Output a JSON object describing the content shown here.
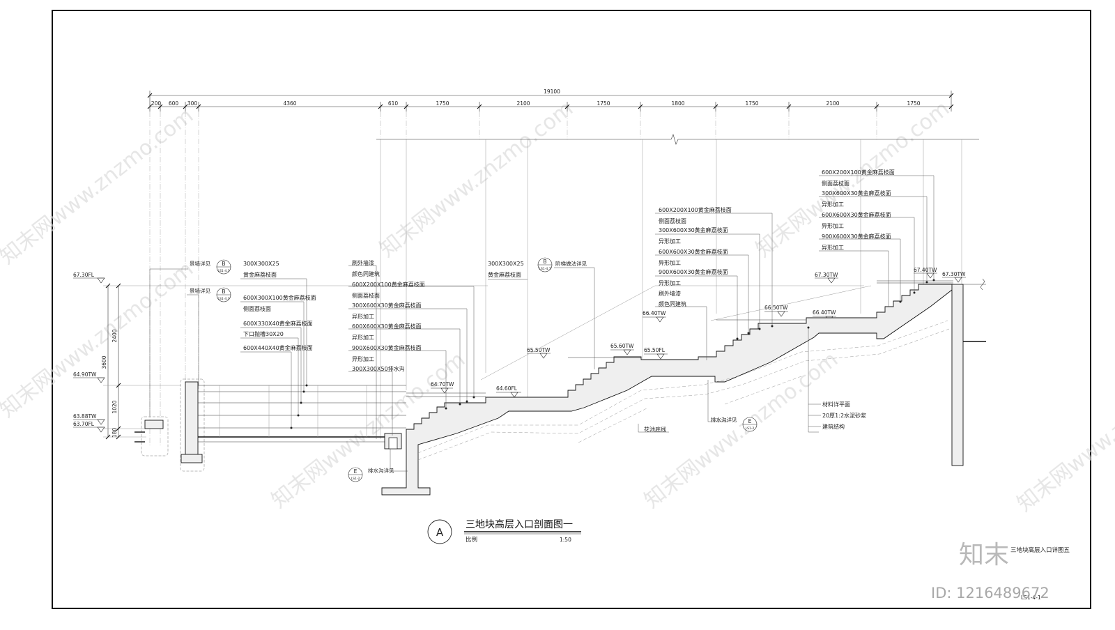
{
  "drawing": {
    "title": "三地块高层入口剖面图一",
    "scale_label": "比例",
    "scale_value": "1:50",
    "section_mark": "A",
    "sheet_title": "三地块高层入口详图五",
    "sheet_no": "LS1-4-1"
  },
  "dimensions": {
    "overall": "19100",
    "segments": [
      "200",
      "600",
      "300",
      "4360",
      "610",
      "1750",
      "2100",
      "1750",
      "1800",
      "1750",
      "2100",
      "1750"
    ],
    "vertical": [
      "2400",
      "3600",
      "1020",
      "180"
    ]
  },
  "elevations": [
    "67.30FL",
    "64.90TW",
    "63.88TW",
    "63.70FL",
    "64.70TW",
    "64.60FL",
    "65.50TW",
    "65.60TW",
    "65.50FL",
    "66.40TW",
    "66.50TW",
    "66.40TW",
    "67.30TW",
    "67.40TW",
    "67.30TW"
  ],
  "tags": [
    {
      "label": "景墙详见",
      "letter": "B",
      "sheet": "LS1-4.3"
    },
    {
      "label": "景墙详见",
      "letter": "B",
      "sheet": "LS1-4.3"
    },
    {
      "label": "阶梯做法详见",
      "letter": "B",
      "sheet": "LS1-4.7"
    },
    {
      "label": "排水沟详见",
      "letter": "E",
      "sheet": "LS1-2"
    },
    {
      "label": "排水沟详见",
      "letter": "E",
      "sheet": "LS1-2"
    }
  ],
  "notes": {
    "wall_top": [
      "300X300X25",
      "黄金麻荔枝面"
    ],
    "wall_body": [
      "600X300X100黄金麻荔枝面",
      "侧面荔枝面",
      "600X330X40黄金麻荔枝面",
      "下口抛槽30X20",
      "600X440X40黄金麻荔枝面"
    ],
    "mid_left": [
      "刷外墙漆",
      "颜色同建筑",
      "600X200X100黄金麻荔枝面",
      "侧面荔枝面",
      "300X600X30黄金麻荔枝面",
      "异形加工",
      "600X600X30黄金麻荔枝面",
      "异形加工",
      "900X600X30黄金麻荔枝面",
      "异形加工",
      "300X300X50排水沟"
    ],
    "mid_top": [
      "300X300X25",
      "黄金麻荔枝面"
    ],
    "right_mid": [
      "600X200X100黄金麻荔枝面",
      "侧面荔枝面",
      "300X600X30黄金麻荔枝面",
      "异形加工",
      "600X600X30黄金麻荔枝面",
      "异形加工",
      "900X600X30黄金麻荔枝面",
      "异形加工",
      "刷外墙漆",
      "颜色同建筑"
    ],
    "right_top": [
      "600X200X100黄金麻荔枝面",
      "侧面荔枝面",
      "300X600X30黄金麻荔枝面",
      "异形加工",
      "600X600X30黄金麻荔枝面",
      "异形加工",
      "900X600X30黄金麻荔枝面",
      "异形加工"
    ],
    "flower_bed": "花池底线",
    "layers": [
      "材料详平面",
      "20厚1:2水泥砂浆",
      "建筑结构"
    ]
  },
  "watermark": {
    "text": "知末网www.znzmo.com",
    "brand": "知末",
    "id": "ID: 1216489672"
  }
}
